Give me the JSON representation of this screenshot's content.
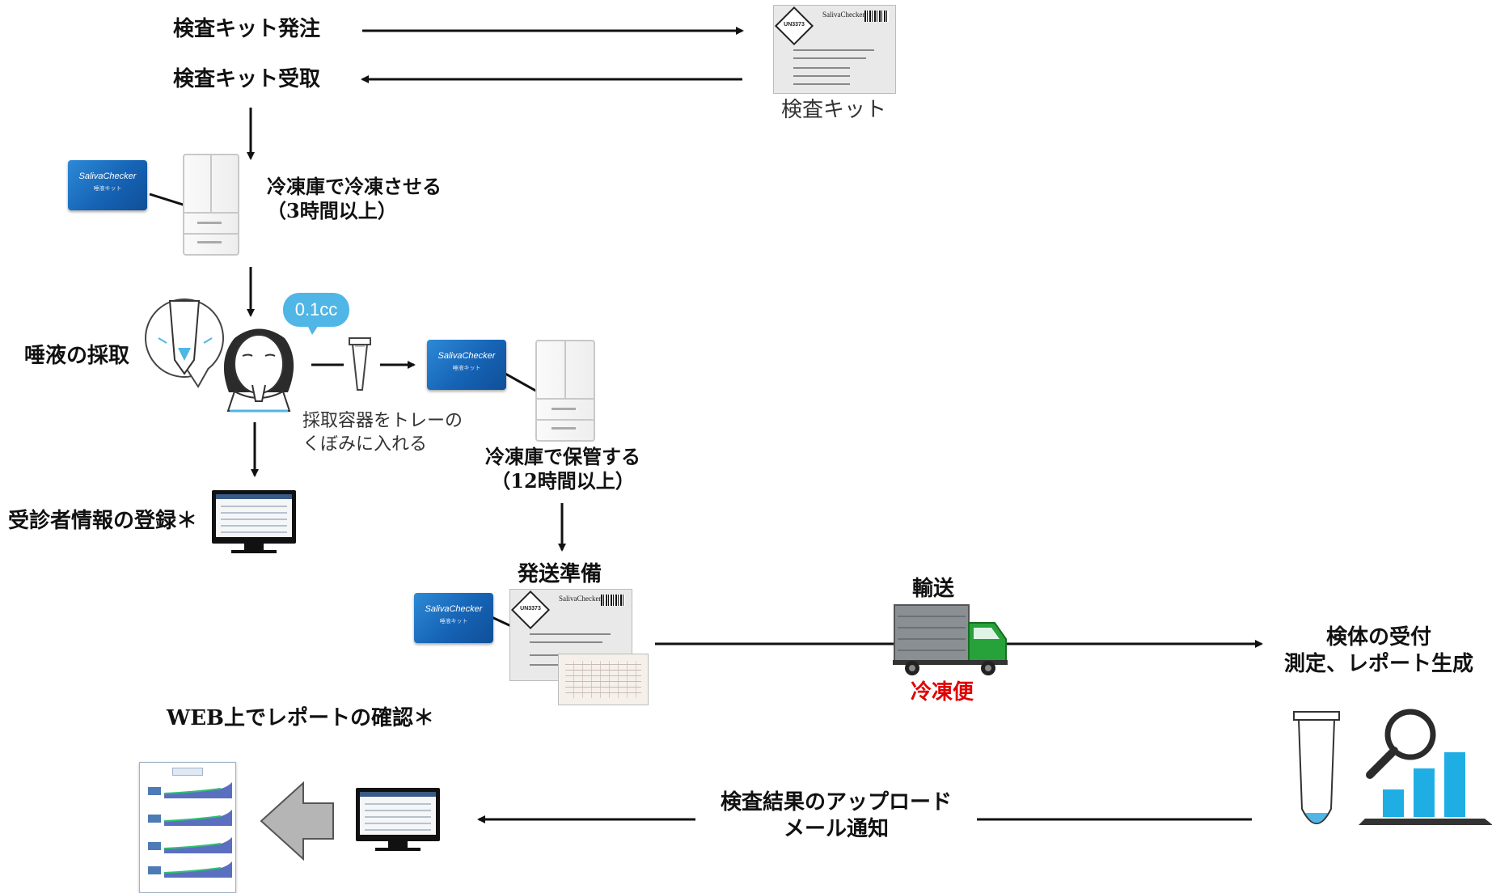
{
  "steps": {
    "order_kit": "検査キット発注",
    "receive_kit": "検査キット受取",
    "kit_caption": "検査キット",
    "freeze_line1": "冷凍庫で冷凍させる",
    "freeze_line2": "（3時間以上）",
    "saliva_collect": "唾液の採取",
    "volume_bubble": "0.1cc",
    "tray_line1": "採取容器をトレーの",
    "tray_line2": "くぼみに入れる",
    "store_line1": "冷凍庫で保管する",
    "store_line2": "（12時間以上）",
    "register": "受診者情報の登録＊",
    "ship_prep": "発送準備",
    "transport": "輸送",
    "frozen_delivery": "冷凍便",
    "receive_line1": "検体の受付",
    "receive_line2": "測定、レポート生成",
    "web_report": "WEB上でレポートの確認＊",
    "upload_line1": "検査結果のアップロード",
    "upload_line2": "メール通知"
  },
  "kit_box": {
    "brand": "SalivaChecker",
    "sub": "唾液キット"
  },
  "kit_label": {
    "un_code": "UN3373",
    "brand": "SalivaChecker"
  },
  "colors": {
    "arrow": "#111111",
    "frozen_delivery": "#e00000",
    "bubble": "#4fb6e6",
    "truck_cab": "#27a23a",
    "truck_box": "#8a8f94",
    "chart_bar": "#1eaee4",
    "left_arrow_fill": "#b5b5b5"
  }
}
